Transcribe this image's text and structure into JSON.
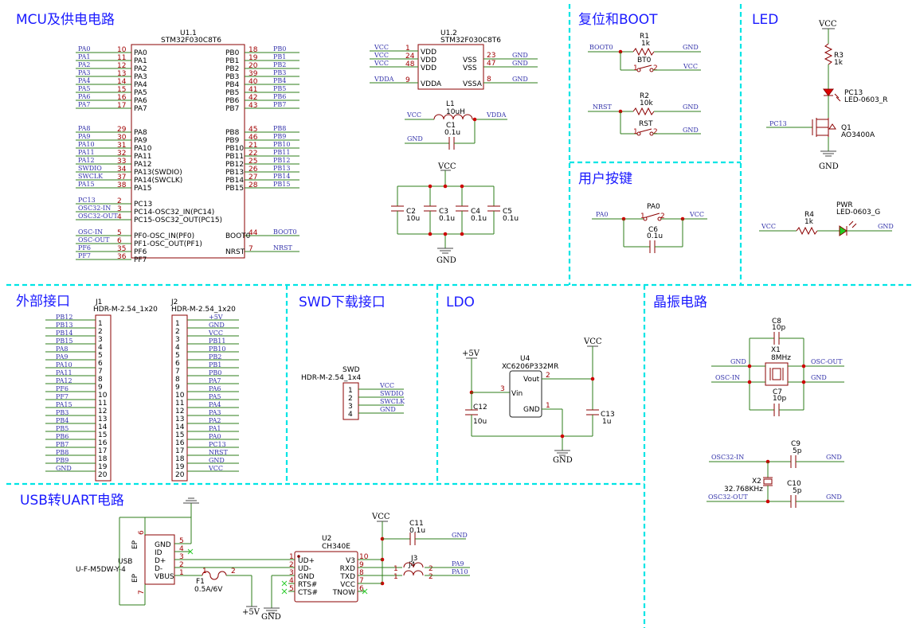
{
  "sections": {
    "mcu": "MCU及供电电路",
    "reset": "复位和BOOT",
    "led": "LED",
    "keys": "用户按键",
    "ext": "外部接口",
    "swd": "SWD下载接口",
    "ldo": "LDO",
    "xtal": "晶振电路",
    "usb": "USB转UART电路"
  },
  "u11": {
    "ref": "U1.1",
    "part": "STM32F030C8T6",
    "left_pins": [
      {
        "net": "PA0",
        "num": "10",
        "name": "PA0"
      },
      {
        "net": "PA1",
        "num": "11",
        "name": "PA1"
      },
      {
        "net": "PA2",
        "num": "12",
        "name": "PA2"
      },
      {
        "net": "PA3",
        "num": "13",
        "name": "PA3"
      },
      {
        "net": "PA4",
        "num": "14",
        "name": "PA4"
      },
      {
        "net": "PA5",
        "num": "15",
        "name": "PA5"
      },
      {
        "net": "PA6",
        "num": "16",
        "name": "PA6"
      },
      {
        "net": "PA7",
        "num": "17",
        "name": "PA7"
      },
      {
        "net": "PA8",
        "num": "29",
        "name": "PA8"
      },
      {
        "net": "PA9",
        "num": "30",
        "name": "PA9"
      },
      {
        "net": "PA10",
        "num": "31",
        "name": "PA10"
      },
      {
        "net": "PA11",
        "num": "32",
        "name": "PA11"
      },
      {
        "net": "PA12",
        "num": "33",
        "name": "PA12"
      },
      {
        "net": "SWDIO",
        "num": "34",
        "name": "PA13(SWDIO)"
      },
      {
        "net": "SWCLK",
        "num": "37",
        "name": "PA14(SWCLK)"
      },
      {
        "net": "PA15",
        "num": "38",
        "name": "PA15"
      },
      {
        "net": "PC13",
        "num": "2",
        "name": "PC13"
      },
      {
        "net": "OSC32-IN",
        "num": "3",
        "name": "PC14-OSC32_IN(PC14)"
      },
      {
        "net": "OSC32-OUT",
        "num": "4",
        "name": "PC15-OSC32_OUT(PC15)"
      },
      {
        "net": "OSC-IN",
        "num": "5",
        "name": "PF0-OSC_IN(PF0)"
      },
      {
        "net": "OSC-OUT",
        "num": "6",
        "name": "PF1-OSC_OUT(PF1)"
      },
      {
        "net": "PF6",
        "num": "35",
        "name": "PF6"
      },
      {
        "net": "PF7",
        "num": "36",
        "name": "PF7"
      }
    ],
    "right_pins": [
      {
        "net": "PB0",
        "num": "18",
        "name": "PB0"
      },
      {
        "net": "PB1",
        "num": "19",
        "name": "PB1"
      },
      {
        "net": "PB2",
        "num": "20",
        "name": "PB2"
      },
      {
        "net": "PB3",
        "num": "39",
        "name": "PB3"
      },
      {
        "net": "PB4",
        "num": "40",
        "name": "PB4"
      },
      {
        "net": "PB5",
        "num": "41",
        "name": "PB5"
      },
      {
        "net": "PB6",
        "num": "42",
        "name": "PB6"
      },
      {
        "net": "PB7",
        "num": "43",
        "name": "PB7"
      },
      {
        "net": "PB8",
        "num": "45",
        "name": "PB8"
      },
      {
        "net": "PB9",
        "num": "46",
        "name": "PB9"
      },
      {
        "net": "PB10",
        "num": "21",
        "name": "PB10"
      },
      {
        "net": "PB11",
        "num": "22",
        "name": "PB11"
      },
      {
        "net": "PB12",
        "num": "25",
        "name": "PB12"
      },
      {
        "net": "PB13",
        "num": "26",
        "name": "PB13"
      },
      {
        "net": "PB14",
        "num": "27",
        "name": "PB14"
      },
      {
        "net": "PB15",
        "num": "28",
        "name": "PB15"
      },
      {
        "net": "BOOT0",
        "num": "44",
        "name": "BOOT0"
      },
      {
        "net": "NRST",
        "num": "7",
        "name": "NRST"
      }
    ]
  },
  "u12": {
    "ref": "U1.2",
    "part": "STM32F030C8T6",
    "left_pins": [
      {
        "net": "VCC",
        "num": "1",
        "name": "VDD"
      },
      {
        "net": "VCC",
        "num": "24",
        "name": "VDD"
      },
      {
        "net": "VCC",
        "num": "48",
        "name": "VDD"
      },
      {
        "net": "VDDA",
        "num": "9",
        "name": "VDDA"
      }
    ],
    "right_pins": [
      {
        "net": "GND",
        "num": "23",
        "name": "VSS"
      },
      {
        "net": "GND",
        "num": "47",
        "name": "VSS"
      },
      {
        "net": "GND",
        "num": "8",
        "name": "VSSA"
      }
    ]
  },
  "filter": {
    "l1_ref": "L1",
    "l1_val": "10uH",
    "c1_ref": "C1",
    "c1_val": "0.1u",
    "vcc": "VCC",
    "vdda": "VDDA",
    "gnd": "GND"
  },
  "decoupling": {
    "vcc": "VCC",
    "gnd": "GND",
    "caps": [
      {
        "ref": "C2",
        "val": "10u"
      },
      {
        "ref": "C3",
        "val": "0.1u"
      },
      {
        "ref": "C4",
        "val": "0.1u"
      },
      {
        "ref": "C5",
        "val": "0.1u"
      }
    ]
  },
  "reset": {
    "boot0": "BOOT0",
    "r1_ref": "R1",
    "r1_val": "1k",
    "bt0": "BT0",
    "gnd1": "GND",
    "vcc": "VCC",
    "nrst": "NRST",
    "r2_ref": "R2",
    "r2_val": "10k",
    "rst": "RST",
    "gnd2": "GND",
    "gnd3": "GND",
    "p1": "1",
    "p2": "2"
  },
  "led": {
    "vcc": "VCC",
    "r3_ref": "R3",
    "r3_val": "1k",
    "pc13_ref": "PC13",
    "pc13_val": "LED-0603_R",
    "net_pc13": "PC13",
    "q1_ref": "Q1",
    "q1_val": "AO3400A",
    "gnd": "GND",
    "vcc2": "VCC",
    "r4_ref": "R4",
    "r4_val": "1k",
    "pwr_ref": "PWR",
    "pwr_val": "LED-0603_G",
    "gnd2": "GND"
  },
  "keys": {
    "net_pa0": "PA0",
    "sw_ref": "PA0",
    "vcc": "VCC",
    "c6_ref": "C6",
    "c6_val": "0.1u",
    "p1": "1",
    "p2": "2"
  },
  "j1": {
    "ref": "J1",
    "part": "HDR-M-2.54_1x20",
    "nets": [
      "PB12",
      "PB13",
      "PB14",
      "PB15",
      "PA8",
      "PA9",
      "PA10",
      "PA11",
      "PA12",
      "PF6",
      "PF7",
      "PA15",
      "PB3",
      "PB4",
      "PB5",
      "PB6",
      "PB7",
      "PB8",
      "PB9",
      "GND"
    ]
  },
  "j2": {
    "ref": "J2",
    "part": "HDR-M-2.54_1x20",
    "nets": [
      "+5V",
      "GND",
      "VCC",
      "PB11",
      "PB10",
      "PB2",
      "PB1",
      "PB0",
      "PA7",
      "PA6",
      "PA5",
      "PA4",
      "PA3",
      "PA2",
      "PA1",
      "PA0",
      "PC13",
      "NRST",
      "GND",
      "VCC"
    ]
  },
  "swd": {
    "ref": "SWD",
    "part": "HDR-M-2.54_1x4",
    "nets": [
      "VCC",
      "SWDIO",
      "SWCLK",
      "GND"
    ]
  },
  "ldo": {
    "vin_net": "+5V",
    "vout_net": "VCC",
    "gnd": "GND",
    "u4_ref": "U4",
    "u4_part": "XC6206P332MR",
    "pin_vout": "Vout",
    "pin_vin": "Vin",
    "pin_gnd": "GND",
    "n_vout": "2",
    "n_vin": "3",
    "n_gnd": "1",
    "c12_ref": "C12",
    "c12_val": "10u",
    "c13_ref": "C13",
    "c13_val": "1u"
  },
  "xtal": {
    "c8_ref": "C8",
    "c8_val": "10p",
    "x1_ref": "X1",
    "x1_val": "8MHz",
    "c7_ref": "C7",
    "c7_val": "10p",
    "gnd_l": "GND",
    "osc_out": "OSC-OUT",
    "osc_in": "OSC-IN",
    "gnd_r": "GND",
    "osc32_in": "OSC32-IN",
    "c9_ref": "C9",
    "c9_val": "5p",
    "gnd3": "GND",
    "x2_ref": "X2",
    "x2_val": "32.768KHz",
    "osc32_out": "OSC32-OUT",
    "c10_ref": "C10",
    "c10_val": "5p",
    "gnd4": "GND"
  },
  "usb": {
    "ref": "USB",
    "part": "U-F-M5DW-Y-4",
    "pins": [
      {
        "num": "5",
        "name": "GND"
      },
      {
        "num": "4",
        "name": "ID"
      },
      {
        "num": "3",
        "name": "D+"
      },
      {
        "num": "2",
        "name": "D-"
      },
      {
        "num": "1",
        "name": "VBUS"
      }
    ],
    "ep_top": "EP",
    "ep_top_num": "6",
    "ep_bot": "EP",
    "ep_bot_num": "7",
    "f1_ref": "F1",
    "f1_val": "0.5A/6V",
    "f1_p1": "1",
    "f1_p2": "2",
    "v5": "+5V",
    "gnd": "GND",
    "u2_ref": "U2",
    "u2_part": "CH340E",
    "u2_left": [
      {
        "num": "1",
        "name": "UD+"
      },
      {
        "num": "2",
        "name": "UD-"
      },
      {
        "num": "3",
        "name": "GND"
      },
      {
        "num": "4",
        "name": "RTS#"
      },
      {
        "num": "5",
        "name": "CTS#"
      }
    ],
    "u2_right": [
      {
        "num": "10",
        "name": "V3"
      },
      {
        "num": "9",
        "name": "RXD"
      },
      {
        "num": "8",
        "name": "TXD"
      },
      {
        "num": "7",
        "name": "VCC"
      },
      {
        "num": "6",
        "name": "TNOW"
      }
    ],
    "vcc": "VCC",
    "c11_ref": "C11",
    "c11_val": "0.1u",
    "gnd2": "GND",
    "j3": "J3",
    "j4": "J4",
    "pa9": "PA9",
    "pa10": "PA10",
    "p1": "1",
    "p2": "2"
  }
}
